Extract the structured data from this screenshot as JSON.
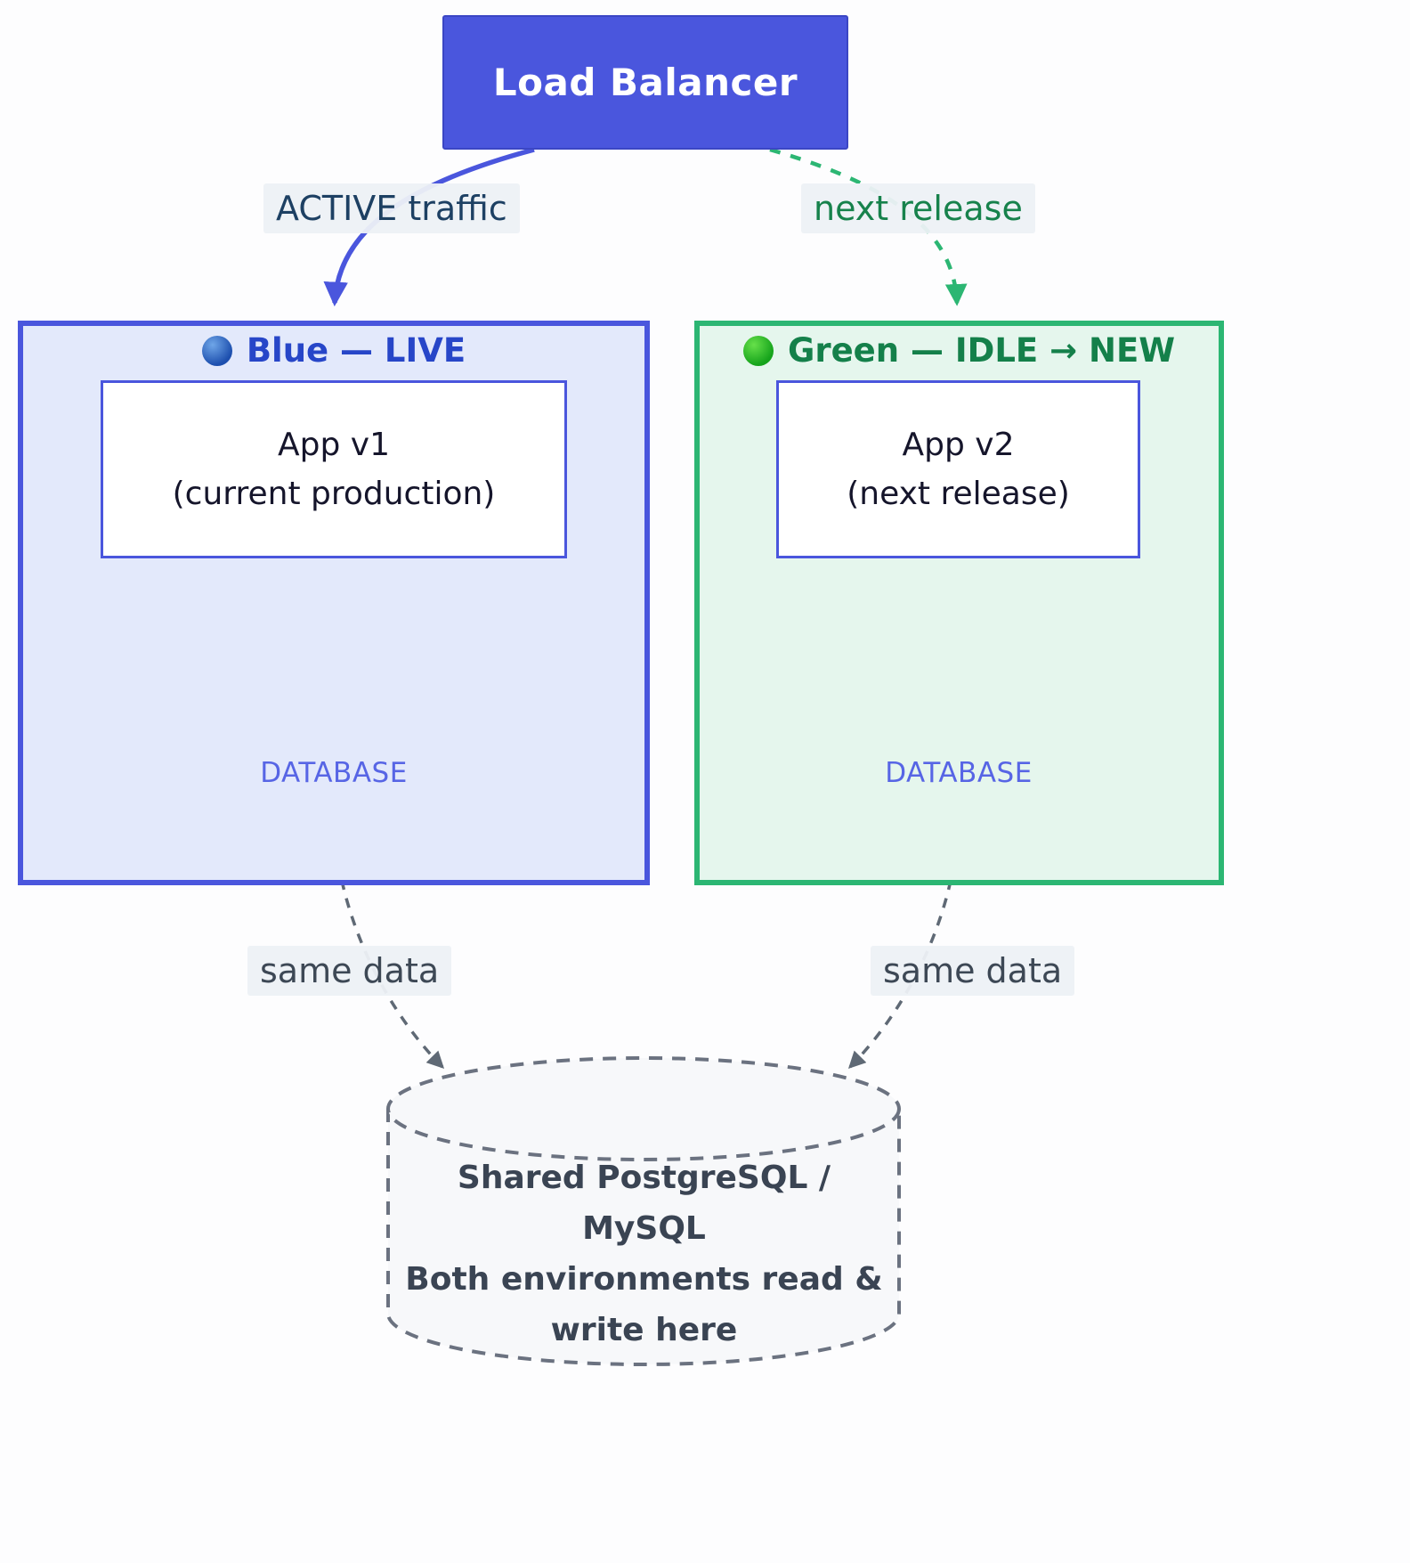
{
  "diagram": {
    "load_balancer": {
      "label": "Load Balancer"
    },
    "edges": {
      "active_traffic": "ACTIVE traffic",
      "next_release": "next release",
      "same_data_left": "same data",
      "same_data_right": "same data"
    },
    "blue_env": {
      "dot_icon": "blue-circle-icon",
      "title": "Blue — LIVE",
      "app": {
        "line1": "App v1",
        "line2": "(current production)"
      },
      "database_label": "DATABASE"
    },
    "green_env": {
      "dot_icon": "green-circle-icon",
      "title": "Green — IDLE → NEW",
      "app": {
        "line1": "App v2",
        "line2": "(next release)"
      },
      "database_label": "DATABASE"
    },
    "shared_db": {
      "line1": "Shared PostgreSQL / MySQL",
      "line2": "Both environments read &",
      "line3": "write here"
    },
    "colors": {
      "blue": "#4a56dd",
      "blue_fill": "#e3e9fb",
      "blue_text": "#2746c8",
      "green": "#2cb673",
      "green_fill": "#e5f6ed",
      "green_text": "#14804a",
      "db_fill": "#e8ecfc",
      "db_text": "#5765e5",
      "shared_stroke": "#6b7280",
      "shared_fill": "#f7f8fa",
      "shared_text": "#3a4453"
    }
  }
}
